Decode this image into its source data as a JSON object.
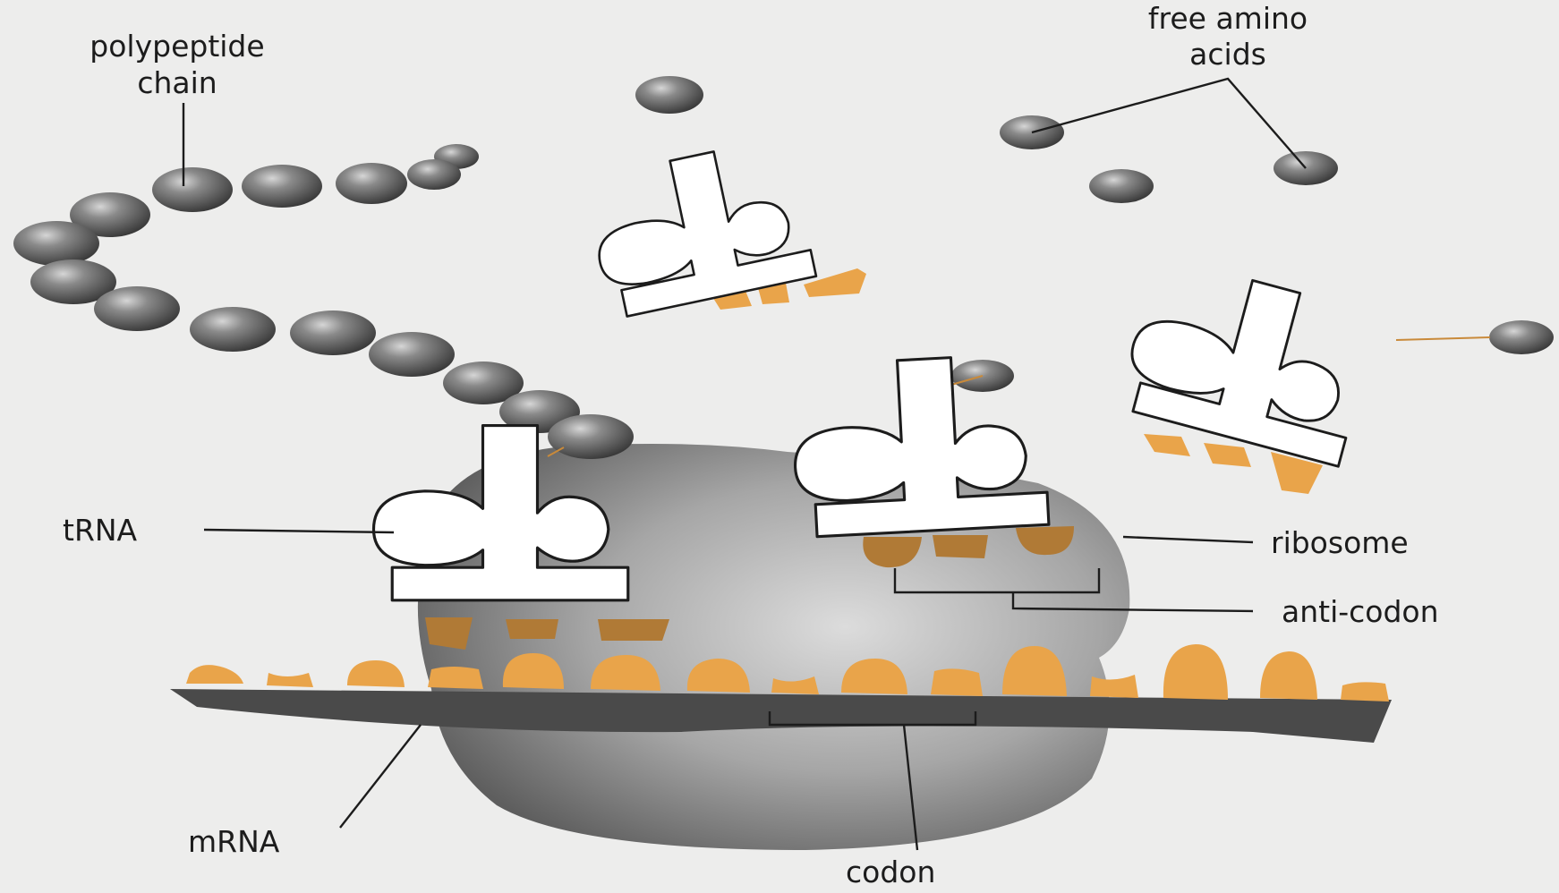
{
  "labels": {
    "polypeptide_line1": "polypeptide",
    "polypeptide_line2": "chain",
    "free_amino_line1": "free amino",
    "free_amino_line2": "acids",
    "trna": "tRNA",
    "ribosome": "ribosome",
    "anticodon": "anti-codon",
    "mrna": "mRNA",
    "codon": "codon"
  },
  "colors": {
    "background": "#ededec",
    "amino_acid": "#6f6f6f",
    "ribosome": "#9c9c9c",
    "mrna_strand": "#4a4a4a",
    "base": "#e9a44a",
    "trna_fill": "#ffffff"
  }
}
